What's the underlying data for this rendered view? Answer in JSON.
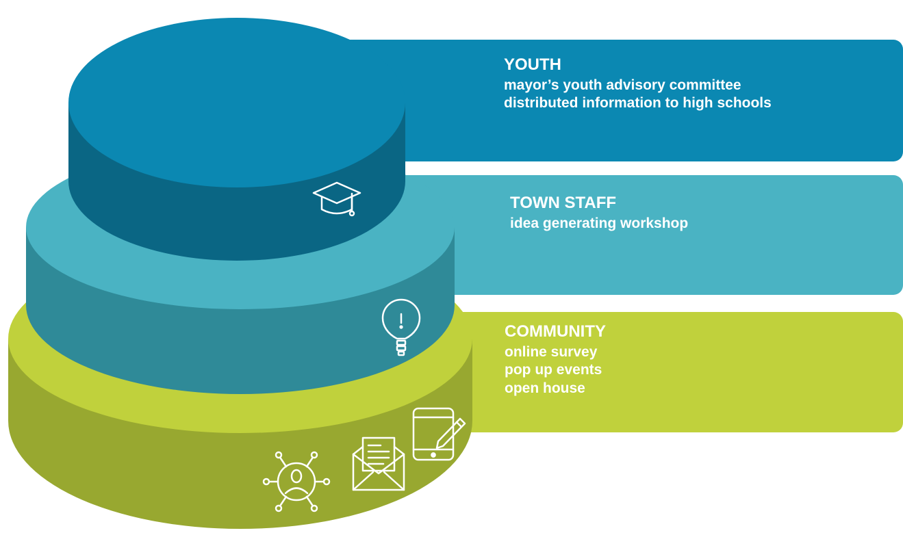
{
  "colors": {
    "youth": "#0b88b2",
    "youth_dark": "#0a6684",
    "staff": "#4ab3c3",
    "staff_dark": "#2f8a98",
    "community": "#c0d13c",
    "community_dark": "#98a830",
    "icon_stroke": "#ffffff"
  },
  "tiers": [
    {
      "title": "YOUTH",
      "lines": [
        "mayor’s youth advisory committee",
        "distributed information to high schools"
      ],
      "icon": "graduation-cap-icon"
    },
    {
      "title": "TOWN STAFF",
      "lines": [
        "idea generating workshop"
      ],
      "icon": "lightbulb-icon"
    },
    {
      "title": "COMMUNITY",
      "lines": [
        "online survey",
        "pop up events",
        "open house"
      ],
      "icons": [
        "network-person-icon",
        "email-document-icon",
        "tablet-pen-icon"
      ]
    }
  ]
}
